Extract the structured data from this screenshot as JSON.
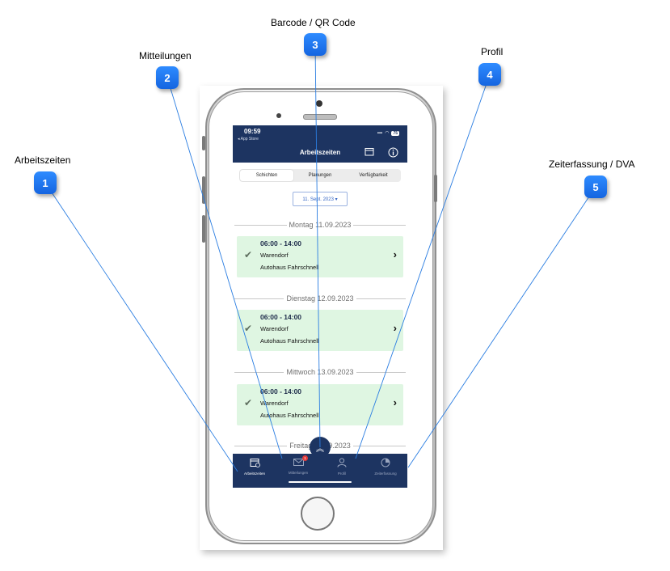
{
  "callouts": [
    {
      "num": "1",
      "label": "Arbeitszeiten"
    },
    {
      "num": "2",
      "label": "Mitteilungen"
    },
    {
      "num": "3",
      "label": "Barcode / QR Code"
    },
    {
      "num": "4",
      "label": "Profil"
    },
    {
      "num": "5",
      "label": "Zeiterfassung / DVA"
    }
  ],
  "status": {
    "time": "09:59",
    "back_link": "◂ App Store",
    "battery": "75"
  },
  "nav": {
    "title": "Arbeitszeiten",
    "calendar_icon": "calendar-icon",
    "info_icon": "info-icon"
  },
  "segments": [
    "Schichten",
    "Planungen",
    "Verfügbarkeit"
  ],
  "date_picker": "11. Sept. 2023 ▾",
  "days": [
    {
      "header": "Montag 11.09.2023",
      "shift": {
        "time": "06:00 - 14:00",
        "location": "Warendorf",
        "company": "Autohaus Fahrschnell"
      }
    },
    {
      "header": "Dienstag 12.09.2023",
      "shift": {
        "time": "06:00 - 14:00",
        "location": "Warendorf",
        "company": "Autohaus Fahrschnell"
      }
    },
    {
      "header": "Mittwoch 13.09.2023",
      "shift": {
        "time": "06:00 - 14:00",
        "location": "Warendorf",
        "company": "Autohaus Fahrschnell"
      }
    },
    {
      "header": "Freitag 15.09.2023"
    }
  ],
  "tabs": [
    {
      "label": "Arbeitszeiten",
      "icon": "calendar-clock-icon"
    },
    {
      "label": "Mitteilungen",
      "icon": "envelope-icon",
      "badge": "1"
    },
    {
      "label": "Profil",
      "icon": "person-icon"
    },
    {
      "label": "Zeiterfassung",
      "icon": "timer-icon"
    }
  ],
  "fab_icon": "double-chevron-up-icon"
}
